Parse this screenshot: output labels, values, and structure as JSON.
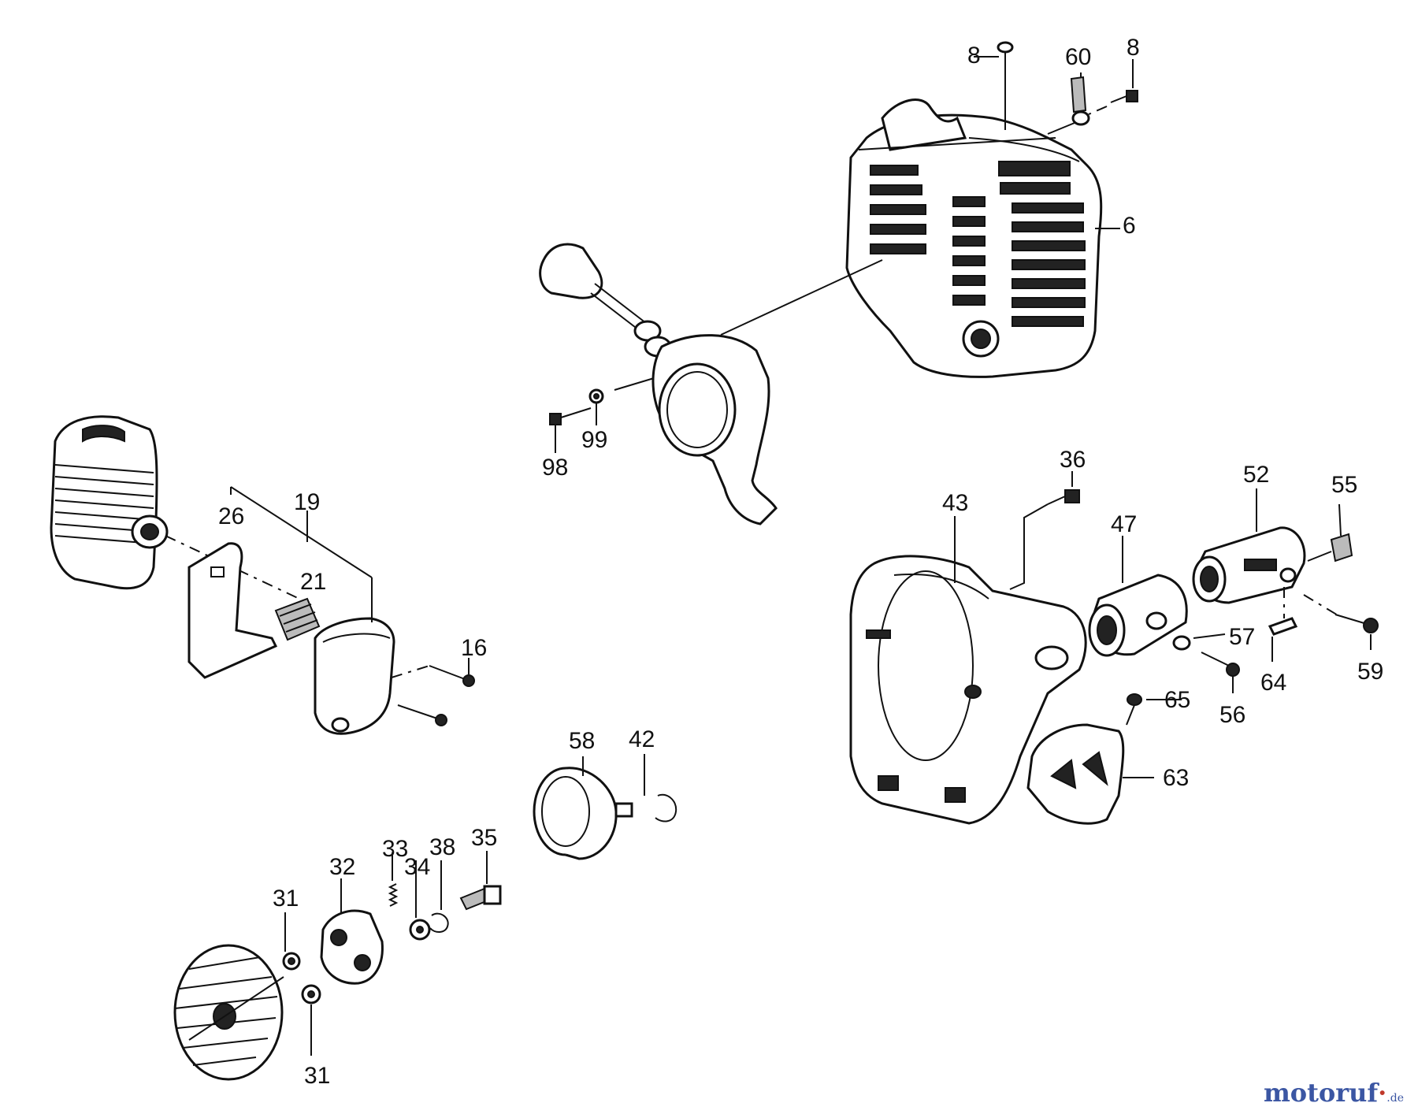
{
  "labels": {
    "p6": "6",
    "p8a": "8",
    "p8b": "8",
    "p60": "60",
    "p98": "98",
    "p99": "99",
    "p19": "19",
    "p26": "26",
    "p21": "21",
    "p16": "16",
    "p36": "36",
    "p43": "43",
    "p47": "47",
    "p52": "52",
    "p55": "55",
    "p57": "57",
    "p56": "56",
    "p64": "64",
    "p59": "59",
    "p65": "65",
    "p63": "63",
    "p58": "58",
    "p42": "42",
    "p35": "35",
    "p38": "38",
    "p34": "34",
    "p33": "33",
    "p32": "32",
    "p31a": "31",
    "p31b": "31"
  },
  "watermark": {
    "brand": "motoruf",
    "dot": "·",
    "tld": ".de"
  }
}
